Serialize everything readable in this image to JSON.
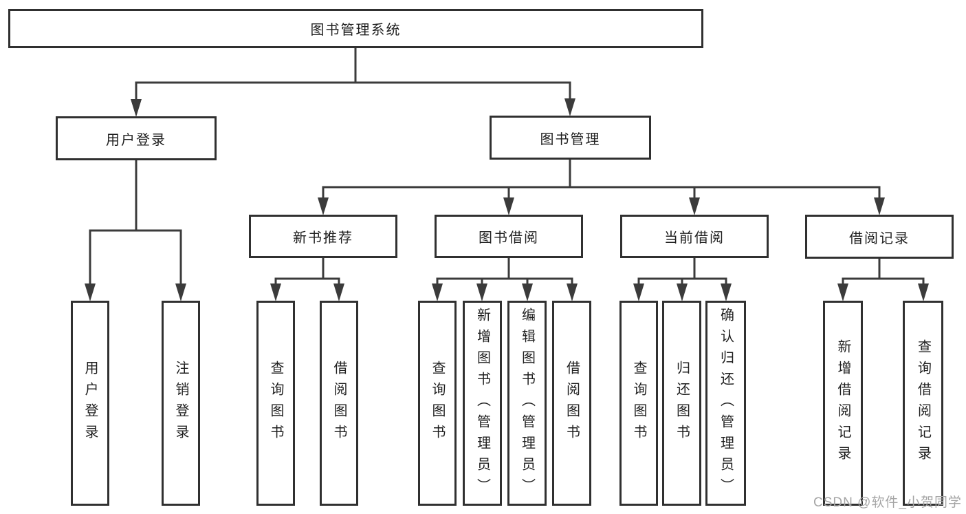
{
  "tree": {
    "label": "图书管理系统",
    "children": [
      {
        "label": "用户登录",
        "children": [
          {
            "label": "用户登录"
          },
          {
            "label": "注销登录"
          }
        ]
      },
      {
        "label": "图书管理",
        "children": [
          {
            "label": "新书推荐",
            "children": [
              {
                "label": "查询图书"
              },
              {
                "label": "借阅图书"
              }
            ]
          },
          {
            "label": "图书借阅",
            "children": [
              {
                "label": "查询图书"
              },
              {
                "label": "新增图书（管理员）"
              },
              {
                "label": "编辑图书（管理员）"
              },
              {
                "label": "借阅图书"
              }
            ]
          },
          {
            "label": "当前借阅",
            "children": [
              {
                "label": "查询图书"
              },
              {
                "label": "归还图书"
              },
              {
                "label": "确认归还（管理员）"
              }
            ]
          },
          {
            "label": "借阅记录",
            "children": [
              {
                "label": "新增借阅记录"
              },
              {
                "label": "查询借阅记录"
              }
            ]
          }
        ]
      }
    ]
  },
  "watermark": {
    "text": "CSDN @软件_小贺同学"
  },
  "colors": {
    "line": "#3b3b3b",
    "box_border": "#303030",
    "text": "#1f1f1f",
    "watermark": "#a5a5a5",
    "background": "#ffffff"
  }
}
